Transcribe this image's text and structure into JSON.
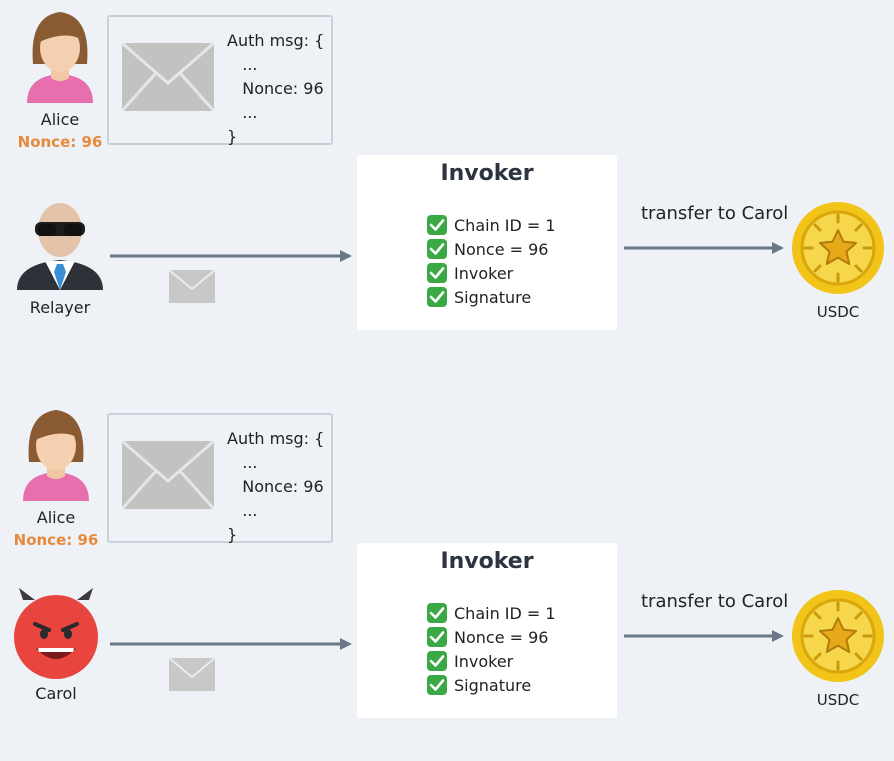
{
  "top": {
    "signer": {
      "name": "Alice",
      "nonce": "Nonce: 96"
    },
    "message": {
      "lines": [
        "Auth msg: {",
        "   ...",
        "   Nonce: 96",
        "   ...",
        "}"
      ]
    },
    "submitter": {
      "name": "Relayer"
    },
    "invoker": {
      "title": "Invoker",
      "checks": [
        "Chain ID = 1",
        "Nonce = 96",
        "Invoker",
        "Signature"
      ]
    },
    "transfer_label": "transfer to Carol",
    "token": {
      "name": "USDC"
    }
  },
  "bottom": {
    "signer": {
      "name": "Alice",
      "nonce": "Nonce: 96"
    },
    "message": {
      "lines": [
        "Auth msg: {",
        "   ...",
        "   Nonce: 96",
        "   ...",
        "}"
      ]
    },
    "submitter": {
      "name": "Carol"
    },
    "invoker": {
      "title": "Invoker",
      "checks": [
        "Chain ID = 1",
        "Nonce = 96",
        "Invoker",
        "Signature"
      ]
    },
    "transfer_label": "transfer to Carol",
    "token": {
      "name": "USDC"
    }
  },
  "colors": {
    "background": "#eef2f6",
    "nonce_accent": "#e8893a",
    "check_green": "#3aa845",
    "arrow": "#6b7787",
    "coin_gold": "#f2c318"
  },
  "icons": [
    "alice-avatar-icon",
    "relayer-avatar-icon",
    "devil-avatar-icon",
    "envelope-icon",
    "check-icon",
    "usdc-coin-icon"
  ]
}
